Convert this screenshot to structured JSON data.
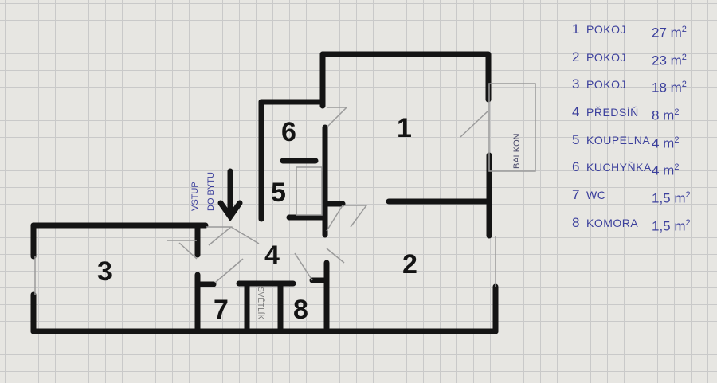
{
  "rooms": [
    {
      "number": "1",
      "name": "POKOJ",
      "area": "27 m",
      "exp": "2"
    },
    {
      "number": "2",
      "name": "POKOJ",
      "area": "23 m",
      "exp": "2"
    },
    {
      "number": "3",
      "name": "POKOJ",
      "area": "18 m",
      "exp": "2"
    },
    {
      "number": "4",
      "name": "PŘEDSÍŇ",
      "area": "8 m",
      "exp": "2"
    },
    {
      "number": "5",
      "name": "KOUPELNA",
      "area": "4 m",
      "exp": "2"
    },
    {
      "number": "6",
      "name": "KUCHYŇKA",
      "area": "4 m",
      "exp": "2"
    },
    {
      "number": "7",
      "name": "WC",
      "area": "1,5 m",
      "exp": "2"
    },
    {
      "number": "8",
      "name": "KOMORA",
      "area": "1,5 m",
      "exp": "2"
    }
  ],
  "annotations": {
    "balcony": "BALKON",
    "entrance_line1": "VSTUP",
    "entrance_line2": "DO BYTU",
    "skylight": "SVĚTLÍK"
  },
  "colors": {
    "wall": "#141414",
    "pen": "#3b3f9c",
    "pencil": "#9a9a9a"
  }
}
